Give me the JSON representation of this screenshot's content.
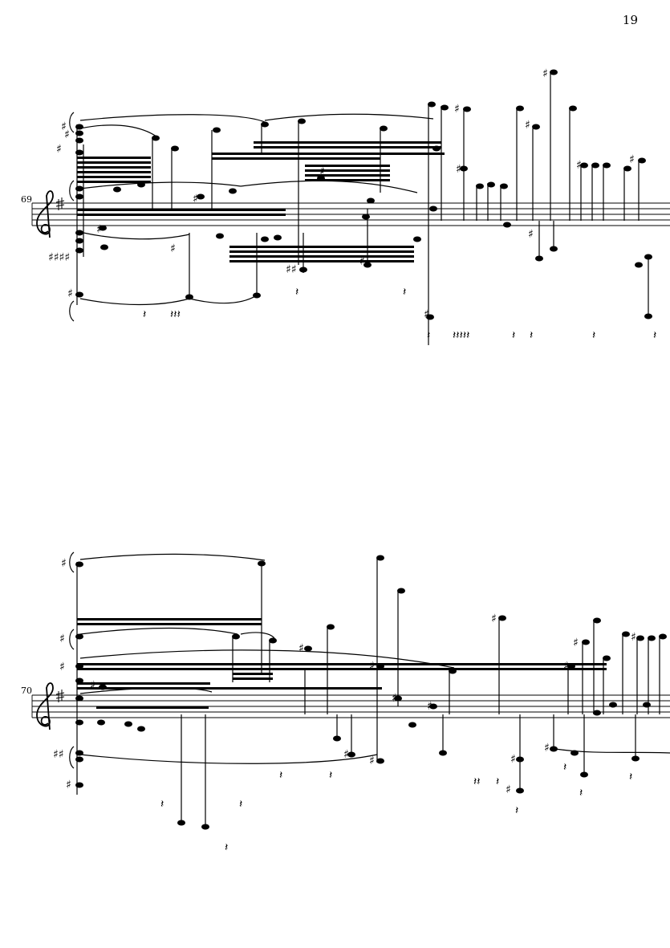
{
  "page": {
    "number": "19"
  },
  "systems": [
    {
      "measure_number": "69",
      "clef": "treble-clef",
      "key_signature": "sharp"
    },
    {
      "measure_number": "70",
      "clef": "treble-clef",
      "key_signature": "sharp"
    }
  ],
  "colors": {
    "ink": "#000000",
    "paper": "#ffffff"
  }
}
